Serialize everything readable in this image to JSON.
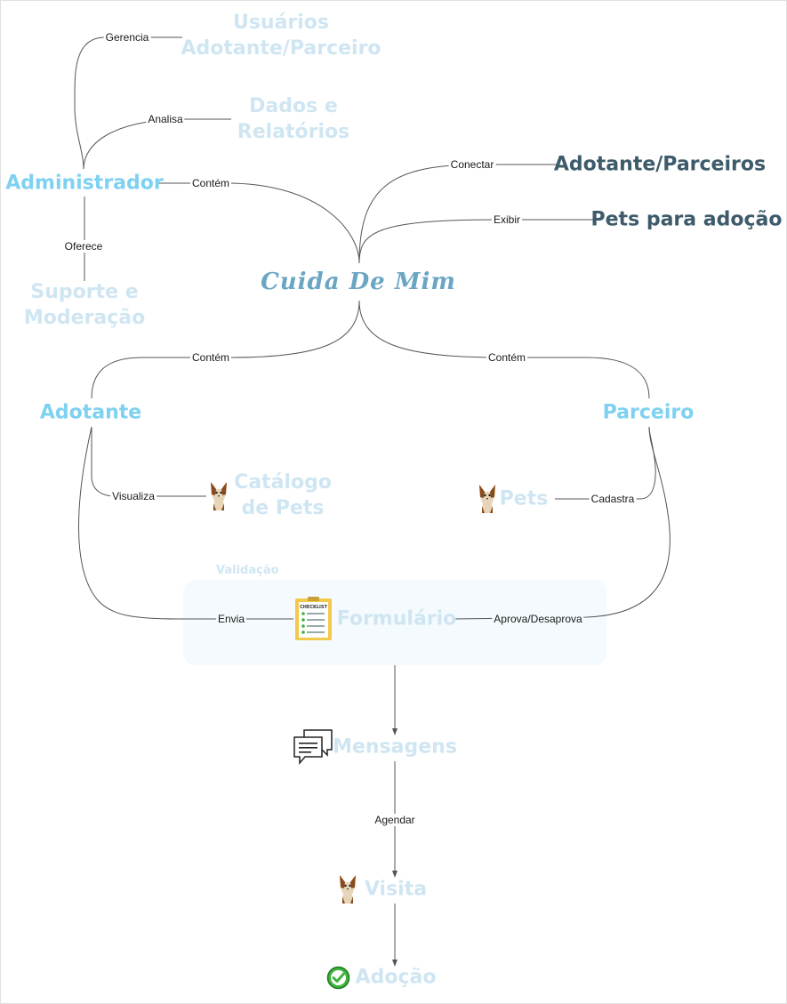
{
  "center": {
    "label": "Cuida De Mim"
  },
  "nodes": {
    "usuarios": {
      "line1": "Usuários",
      "line2": "Adotante/Parceiro"
    },
    "dados": {
      "line1": "Dados e",
      "line2": "Relatórios"
    },
    "administrador": "Administrador",
    "suporte": {
      "line1": "Suporte e",
      "line2": "Moderação"
    },
    "adotante_parceiros": "Adotante/Parceiros",
    "pets_adocao": "Pets para adoção",
    "adotante": "Adotante",
    "parceiro": "Parceiro",
    "catalogo": {
      "line1": "Catálogo",
      "line2": "de Pets"
    },
    "pets": "Pets",
    "formulario": "Formulário",
    "mensagens": "Mensagens",
    "visita": "Visita",
    "adocao": "Adoção"
  },
  "group": {
    "label": "Validação"
  },
  "edges": {
    "gerencia": "Gerencia",
    "analisa": "Analisa",
    "contem_admin": "Contém",
    "oferece": "Oferece",
    "conectar": "Conectar",
    "exibir": "Exibir",
    "contem_adotante": "Contém",
    "contem_parceiro": "Contém",
    "visualiza": "Visualiza",
    "cadastra": "Cadastra",
    "envia": "Envia",
    "aprova": "Aprova/Desaprova",
    "agendar": "Agendar"
  },
  "icons": {
    "catalogo": "dog-icon",
    "pets": "dog-icon",
    "formulario": "checklist-icon",
    "checklist_header": "CHECKLIST",
    "mensagens": "chat-bubbles-icon",
    "visita": "dog-icon",
    "adocao": "check-circle-icon"
  },
  "colors": {
    "faded": "#cfe6f2",
    "bright": "#7fd1f1",
    "dark": "#3d5b6a",
    "center": "#6aa6c4",
    "line": "#555555",
    "check": "#3cb43c"
  }
}
